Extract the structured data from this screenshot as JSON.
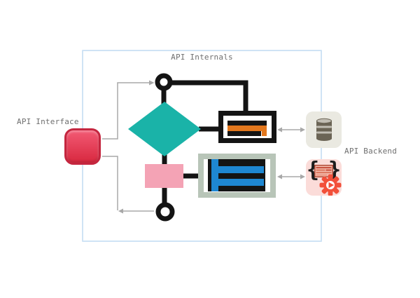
{
  "labels": {
    "internals": "API Internals",
    "interface": "API Interface",
    "backend": "API Backend"
  },
  "colors": {
    "canvas_bg": "#ffffff",
    "internals_border": "#cfe3f5",
    "label_text": "#6f6f6f",
    "flow_line": "#141414",
    "black_bar": "#141414",
    "connector_gray": "#a8a8a8",
    "teal": "#1ab3a8",
    "pink_node": "#f4a3b5",
    "red_node_border": "#c5263f",
    "red_node_top": "#f25a74",
    "red_node_bottom": "#d8283f",
    "orange": "#e2771d",
    "blue": "#1e87d2",
    "sage_border": "#b8c5b8",
    "db_icon_bg": "#eae9e1",
    "db_dark": "#6b6455",
    "db_light": "#c2beb4",
    "code_icon_bg": "#fbdcd9",
    "gear_red": "#f2503a",
    "code_line_red": "#c85341"
  },
  "shapes": {
    "interface_node": "red-rounded-button",
    "start_node": "circle-node",
    "decision_node": "teal-diamond",
    "process_node": "pink-rectangle",
    "subroutine_node": "orange-list-box",
    "table_node": "blue-table-box",
    "end_node": "circle-node",
    "backend_icon_1": "database-icon",
    "backend_icon_2": "code-runner-gear-icon"
  }
}
